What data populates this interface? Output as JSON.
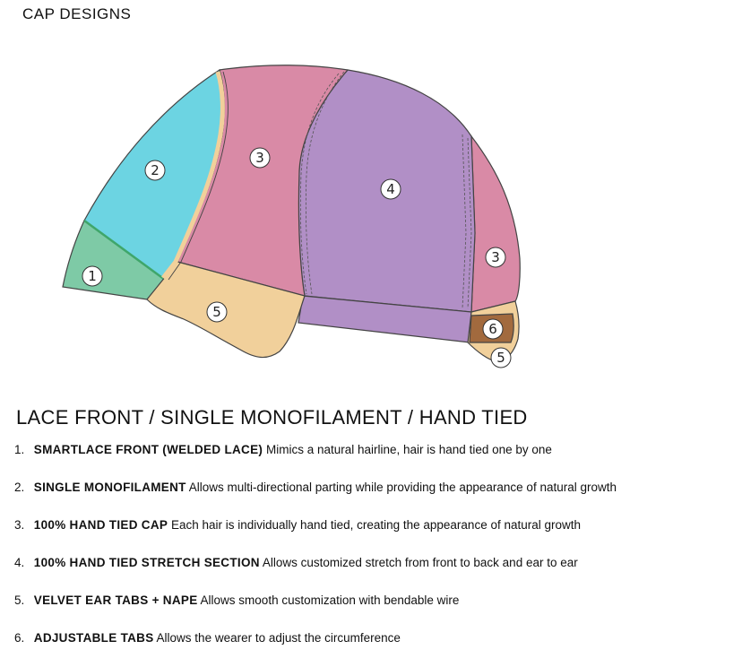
{
  "header": {
    "title": "CAP DESIGNS"
  },
  "diagram": {
    "labels": [
      "1",
      "2",
      "3",
      "4",
      "3",
      "5",
      "6",
      "5"
    ],
    "colors": {
      "green": "#7ecaa6",
      "cyan": "#6cd4e2",
      "pink": "#d98aa6",
      "purple": "#b18fc6",
      "peach": "#f1d09b",
      "brown": "#a26a3e",
      "outline": "#444444"
    }
  },
  "section": {
    "title": "LACE FRONT / SINGLE MONOFILAMENT / HAND TIED"
  },
  "features": [
    {
      "num": "1.",
      "name": "SMARTLACE FRONT (WELDED LACE)",
      "desc": "Mimics a natural hairline, hair is hand tied one by one"
    },
    {
      "num": "2.",
      "name": "SINGLE MONOFILAMENT",
      "desc": "Allows multi-directional parting while providing the appearance of natural growth"
    },
    {
      "num": "3.",
      "name": "100% HAND TIED CAP",
      "desc": "Each hair is individually hand tied, creating the appearance of natural growth"
    },
    {
      "num": "4.",
      "name": "100% HAND TIED STRETCH SECTION",
      "desc": "Allows customized stretch from front to back and ear to ear"
    },
    {
      "num": "5.",
      "name": "VELVET EAR TABS + NAPE",
      "desc": "Allows smooth customization with bendable wire"
    },
    {
      "num": "6.",
      "name": "ADJUSTABLE TABS",
      "desc": "Allows the wearer to adjust the circumference"
    }
  ]
}
